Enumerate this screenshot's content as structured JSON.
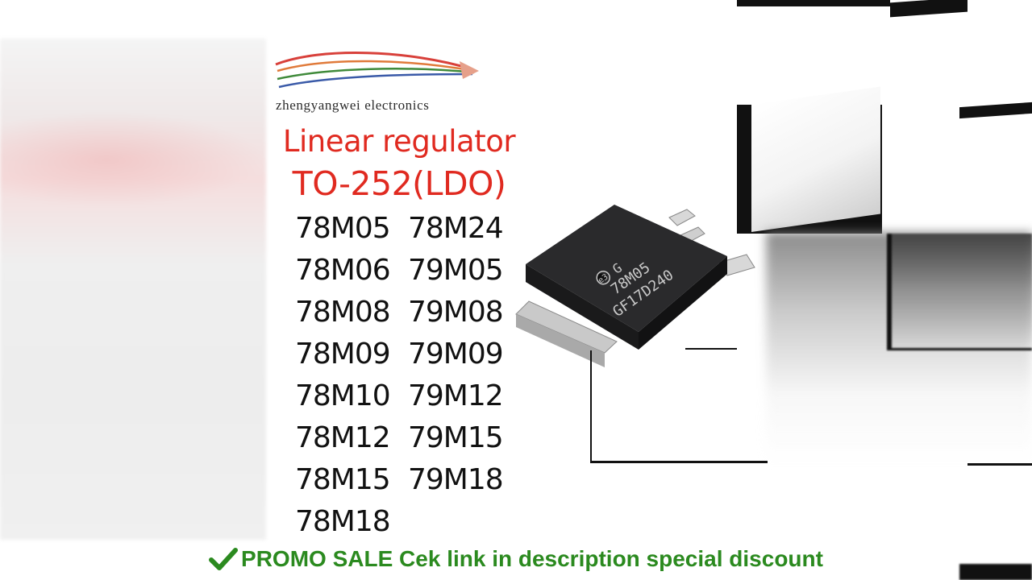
{
  "brand": {
    "logo_colors": [
      "#d8403a",
      "#e07a3a",
      "#3f8a3a",
      "#3a5aa8"
    ],
    "name": "zhengyangwei electronics"
  },
  "headline": {
    "line1": "Linear regulator",
    "line2": "TO-252(LDO)",
    "color": "#e02a20"
  },
  "parts": {
    "column1": [
      "78M05",
      "78M06",
      "78M08",
      "78M09",
      "78M10",
      "78M12",
      "78M15",
      "78M18"
    ],
    "column2": [
      "78M24",
      "79M05",
      "79M08",
      "79M09",
      "79M12",
      "79M15",
      "79M18"
    ]
  },
  "chip": {
    "marking_logo": "e3",
    "marking_line1": "78M05",
    "marking_suffix": "G",
    "marking_line2": "GF17D240"
  },
  "promo": {
    "icon": "check-icon",
    "text": "PROMO SALE Cek link in description special discount",
    "color": "#2b8a1f"
  }
}
